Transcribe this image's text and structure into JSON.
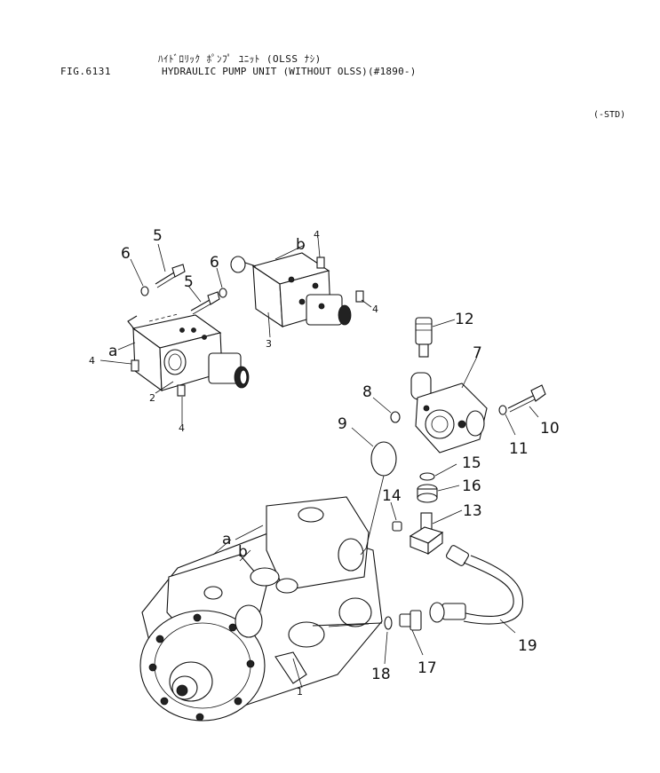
{
  "header": {
    "jp_title": "ﾊｲﾄﾞﾛﾘｯｸ ﾎﾟﾝﾌﾟ ﾕﾆｯﾄ (OLSS ﾅｼ)",
    "fig_code": "FIG.6131",
    "en_title": "HYDRAULIC PUMP UNIT (WITHOUT OLSS)(#1890-)",
    "std_note": "(-STD)"
  },
  "callouts": {
    "n1": "1",
    "n2": "2",
    "n3": "3",
    "n4a": "4",
    "n4b": "4",
    "n4c": "4",
    "n4d": "4",
    "n5a": "5",
    "n5b": "5",
    "n6a": "6",
    "n6b": "6",
    "n7": "7",
    "n8": "8",
    "n9": "9",
    "n10": "10",
    "n11": "11",
    "n12": "12",
    "n13": "13",
    "n14": "14",
    "n15": "15",
    "n16": "16",
    "n17": "17",
    "n18": "18",
    "n19": "19",
    "ref_a1": "a",
    "ref_b1": "b",
    "ref_a2": "a",
    "ref_b2": "b"
  }
}
